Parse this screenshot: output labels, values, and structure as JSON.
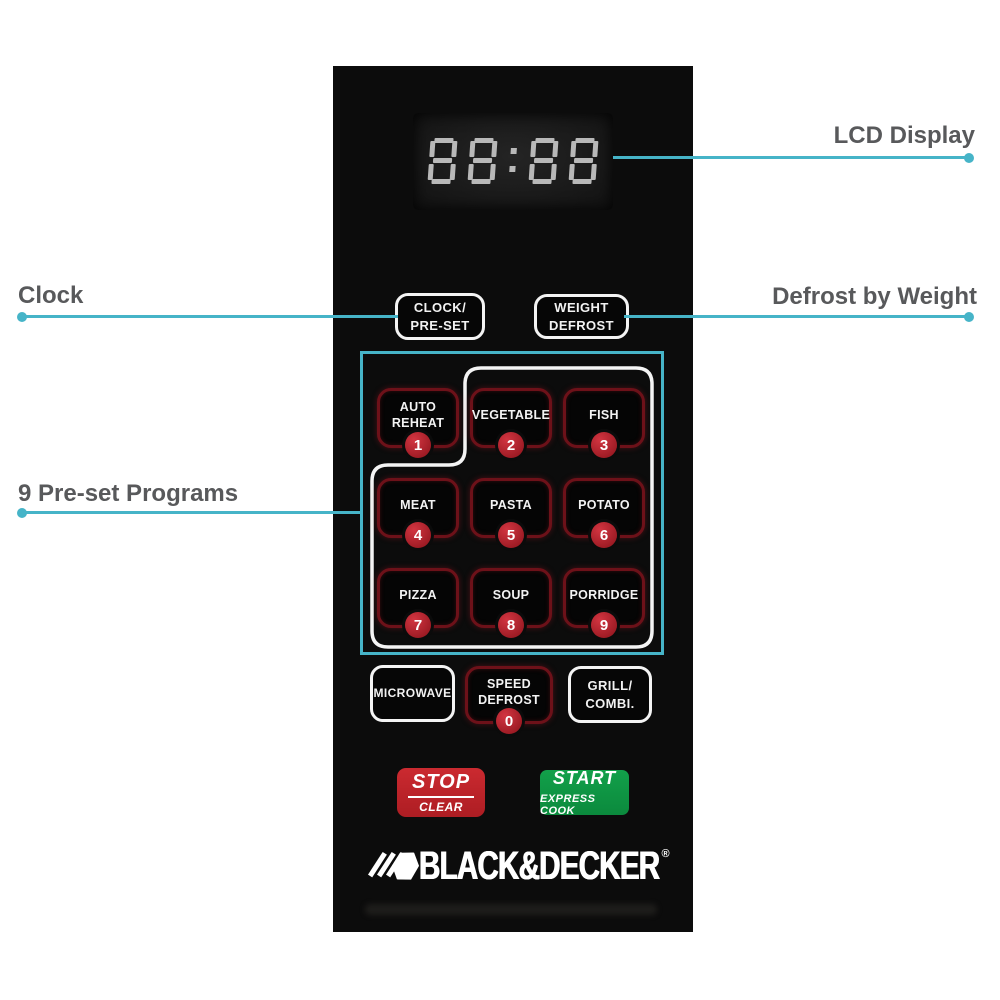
{
  "callouts": {
    "lcd": "LCD Display",
    "clock": "Clock",
    "defrost": "Defrost by Weight",
    "presets": "9 Pre-set Programs"
  },
  "display": {
    "value": "88:88"
  },
  "panel": {
    "clock_button": "CLOCK/\nPRE-SET",
    "weight_defrost": "WEIGHT\nDEFROST",
    "presets": [
      {
        "label": "AUTO\nREHEAT",
        "number": "1"
      },
      {
        "label": "VEGETABLE",
        "number": "2"
      },
      {
        "label": "FISH",
        "number": "3"
      },
      {
        "label": "MEAT",
        "number": "4"
      },
      {
        "label": "PASTA",
        "number": "5"
      },
      {
        "label": "POTATO",
        "number": "6"
      },
      {
        "label": "PIZZA",
        "number": "7"
      },
      {
        "label": "SOUP",
        "number": "8"
      },
      {
        "label": "PORRIDGE",
        "number": "9"
      }
    ],
    "microwave": "MICROWAVE",
    "speed_defrost": {
      "label": "SPEED\nDEFROST",
      "number": "0"
    },
    "grill": "GRILL/\nCOMBI.",
    "stop": {
      "top": "STOP",
      "bottom": "CLEAR"
    },
    "start": {
      "top": "START",
      "bottom": "EXPRESS COOK"
    },
    "brand": "BLACK&DECKER",
    "brand_reg": "®"
  },
  "colors": {
    "accent_cyan": "#46b4c8",
    "label_gray": "#58595b",
    "panel_black": "#0c0c0c",
    "preset_border_maroon": "#6d1119",
    "number_badge_red": "#b3232c",
    "stop_red": "#c0262c",
    "start_green": "#0f9b45",
    "lcd_segment_gray": "#b8b8b8"
  }
}
